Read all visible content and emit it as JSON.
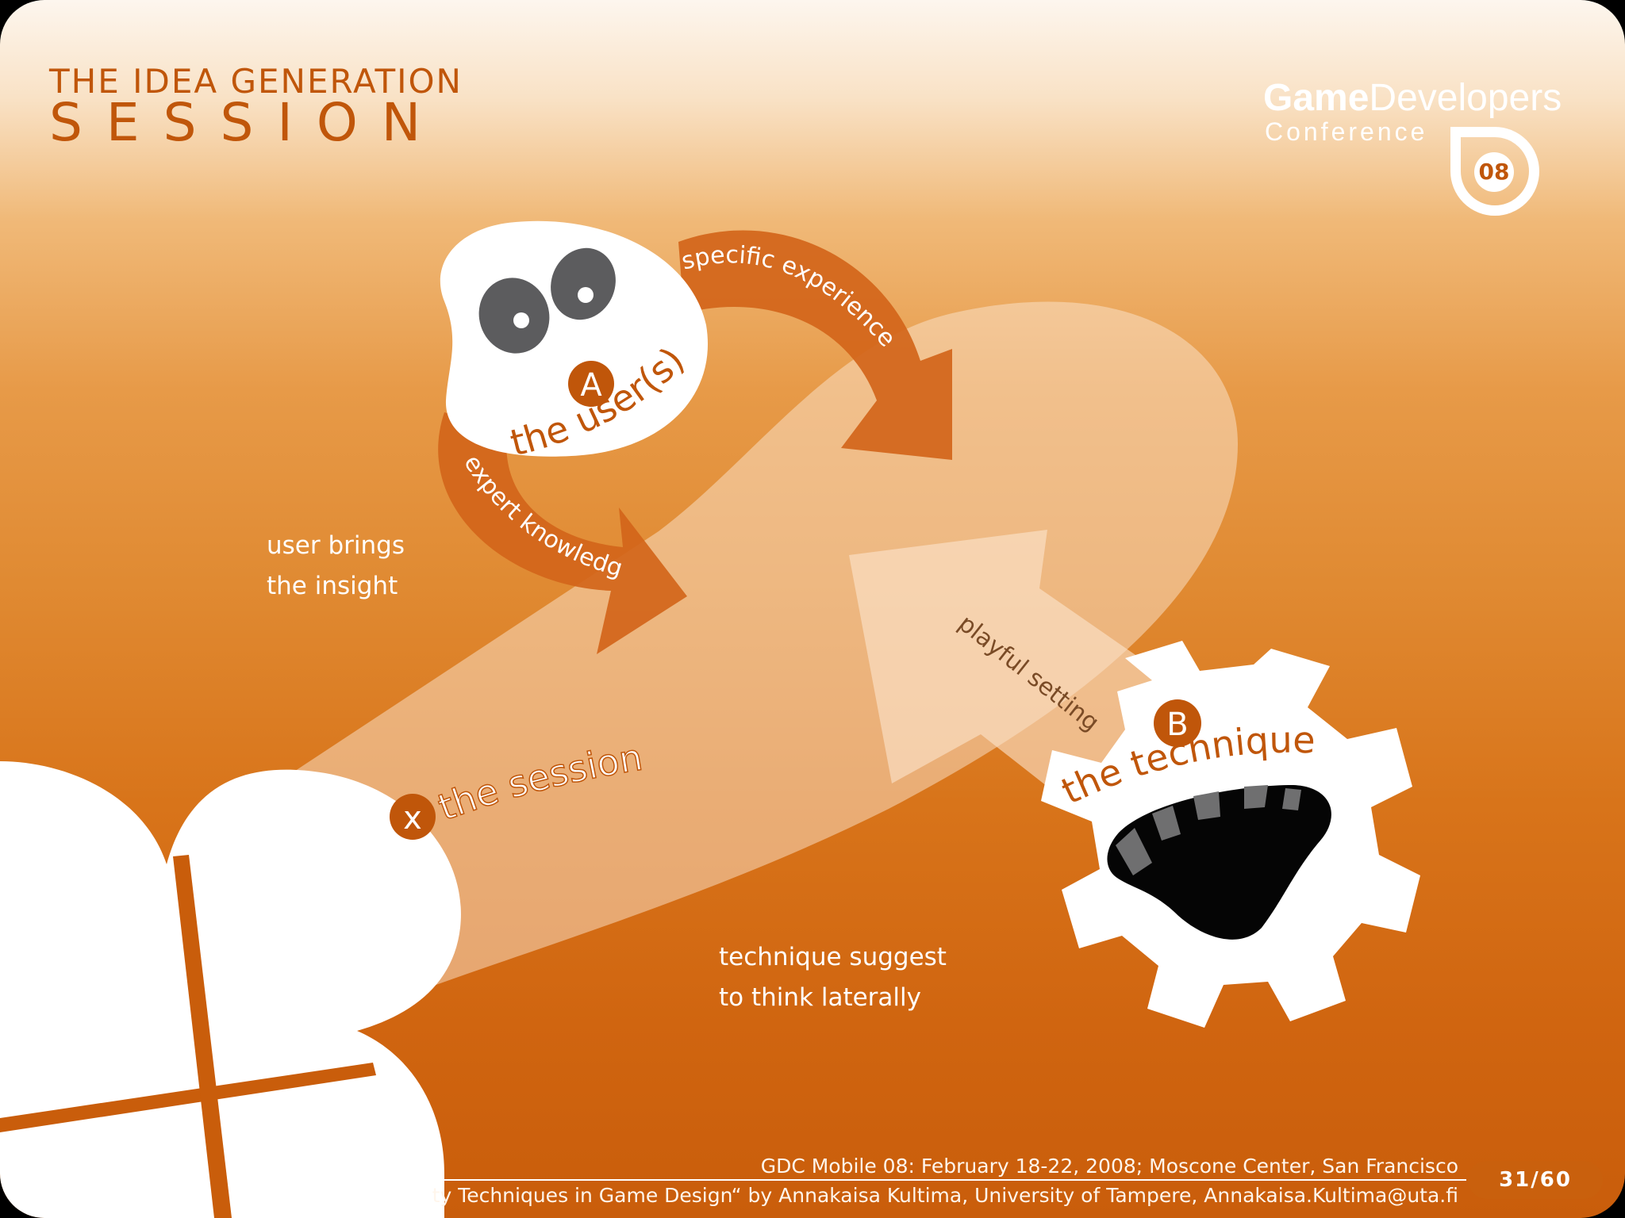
{
  "title": {
    "line1": "THE IDEA GENERATION",
    "line2": "SESSION"
  },
  "logo": {
    "game": "Game",
    "developers": "Developers",
    "conference": "Conference",
    "year": "08"
  },
  "nodes": {
    "user": {
      "badge": "A",
      "label": "the user(s)"
    },
    "technique": {
      "badge": "B",
      "label": "the technique"
    },
    "session": {
      "badge": "x",
      "label": "the session"
    }
  },
  "arrows": {
    "specific": "specific experiences",
    "expert": "expert knowledge",
    "playful": "playful setting"
  },
  "notes": {
    "user_line1": "user brings",
    "user_line2": "the insight",
    "tech_line1": "technique suggest",
    "tech_line2": "to think laterally"
  },
  "footer": {
    "line1": "GDC Mobile 08: February 18-22, 2008; Moscone Center, San Francisco",
    "line2": "ty Techniques in Game Design“ by Annakaisa Kultima, University of Tampere, Annakaisa.Kultima@uta.fi",
    "page": "31/60"
  },
  "colors": {
    "accent": "#c0560a",
    "arrow": "#d2651a",
    "face_eyes": "#5c5c5e"
  }
}
